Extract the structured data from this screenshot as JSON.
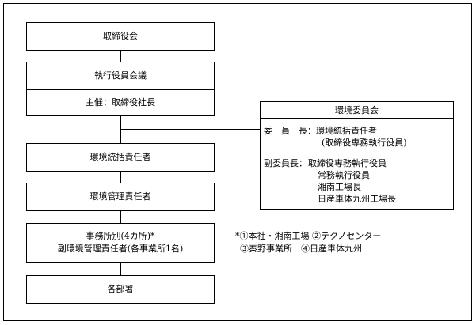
{
  "chart": {
    "board": "取締役会",
    "exec_meeting": "執行役員会議",
    "chair": "主催：取締役社長",
    "env_officer": "環境統括責任者",
    "env_manager": "環境管理責任者",
    "site_line1": "事務所別(4カ所)*",
    "site_line2": "副環境管理責任者(各事業所1名)",
    "departments": "各部署"
  },
  "committee": {
    "title": "環境委員会",
    "chair_role": "委　員　長：",
    "chair_name": "環境統括責任者",
    "chair_sub": "(取締役専務執行役員)",
    "vice_role": "副委員長：",
    "vice_members": [
      "取締役専務執行役員",
      "常務執行役員",
      "湘南工場長",
      "日産車体九州工場長"
    ]
  },
  "note": {
    "line1": "*①本社・湘南工場 ②テクノセンター",
    "line2": "③秦野事業所　④日産車体九州"
  }
}
